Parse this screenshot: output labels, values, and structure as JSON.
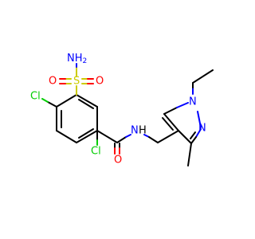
{
  "molecule": {
    "colors": {
      "carbon": "#000000",
      "oxygen": "#ff0000",
      "nitrogen": "#0000ff",
      "sulfur": "#cccc00",
      "chlorine": "#00cc00"
    },
    "labels": {
      "sulfonamide_nh": "NH",
      "sulfonamide_nh_sub": "2",
      "sulfur": "S",
      "oxygen_left": "O",
      "oxygen_right": "O",
      "chlorine_top": "Cl",
      "chlorine_bottom": "Cl",
      "carbonyl_oxygen": "O",
      "amide_nitrogen": "N",
      "amide_hydrogen": "H",
      "pyrazole_n1": "N",
      "pyrazole_n2": "N"
    }
  }
}
